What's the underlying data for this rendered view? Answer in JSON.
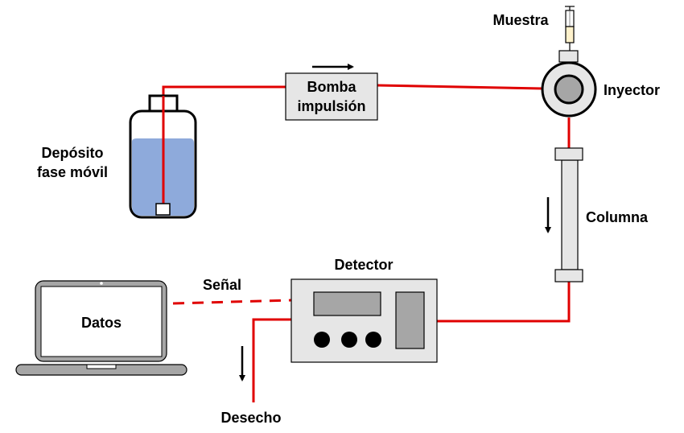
{
  "diagram": {
    "title": "HPLC system schematic",
    "components": {
      "reservoir": {
        "label_line1": "Depósito",
        "label_line2": "fase móvil"
      },
      "pump": {
        "label_line1": "Bomba",
        "label_line2": "impulsión"
      },
      "sample": {
        "label": "Muestra"
      },
      "injector": {
        "label": "Inyector"
      },
      "column": {
        "label": "Columna"
      },
      "detector": {
        "label": "Detector"
      },
      "computer": {
        "label": "Datos"
      },
      "signal": {
        "label": "Señal"
      },
      "waste": {
        "label": "Desecho"
      }
    },
    "colors": {
      "tubing": "#e00000",
      "mobile_phase": "#8eaadb",
      "device_fill": "#e6e6e6",
      "display_fill": "#a6a6a6",
      "sample_fill": "#fff2cc",
      "outline": "#000000"
    },
    "connections": [
      {
        "from": "reservoir",
        "to": "pump",
        "style": "solid"
      },
      {
        "from": "pump",
        "to": "injector",
        "style": "solid"
      },
      {
        "from": "injector",
        "to": "column",
        "style": "solid"
      },
      {
        "from": "column",
        "to": "detector",
        "style": "solid"
      },
      {
        "from": "detector",
        "to": "waste",
        "style": "solid"
      },
      {
        "from": "detector",
        "to": "computer",
        "style": "dashed"
      }
    ]
  }
}
